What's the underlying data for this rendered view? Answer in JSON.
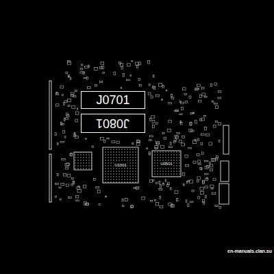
{
  "diagram": {
    "nodes": [
      {
        "text": [
          "J0701"
        ]
      },
      {
        "text": [
          "J0801"
        ]
      },
      {
        "text": [
          "U1001"
        ]
      },
      {
        "text": [
          "U0501"
        ]
      }
    ],
    "labels": [
      "en-manuals.clan.su"
    ]
  }
}
